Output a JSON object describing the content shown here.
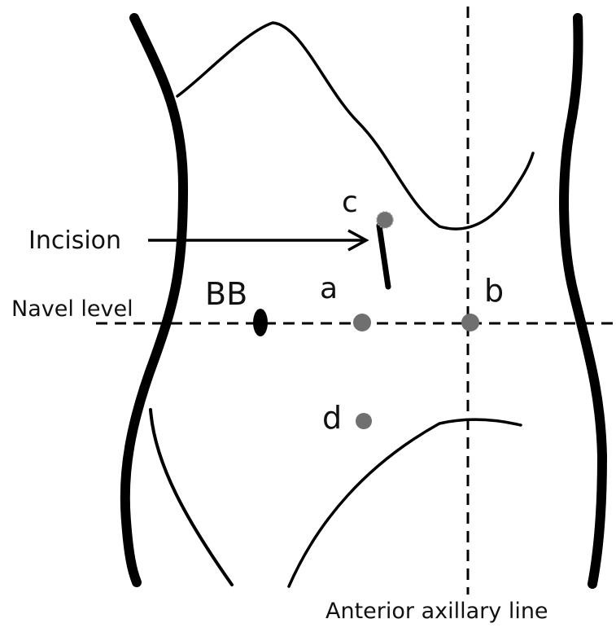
{
  "labels": {
    "incision": "Incision",
    "navel_level": "Navel level",
    "bb": "BB",
    "a": "a",
    "b": "b",
    "c": "c",
    "d": "d",
    "anterior_axillary_line": "Anterior axillary line"
  },
  "colors": {
    "line": "#000000",
    "port_marker": "#707070",
    "bb_marker": "#000000",
    "background": "#ffffff"
  }
}
